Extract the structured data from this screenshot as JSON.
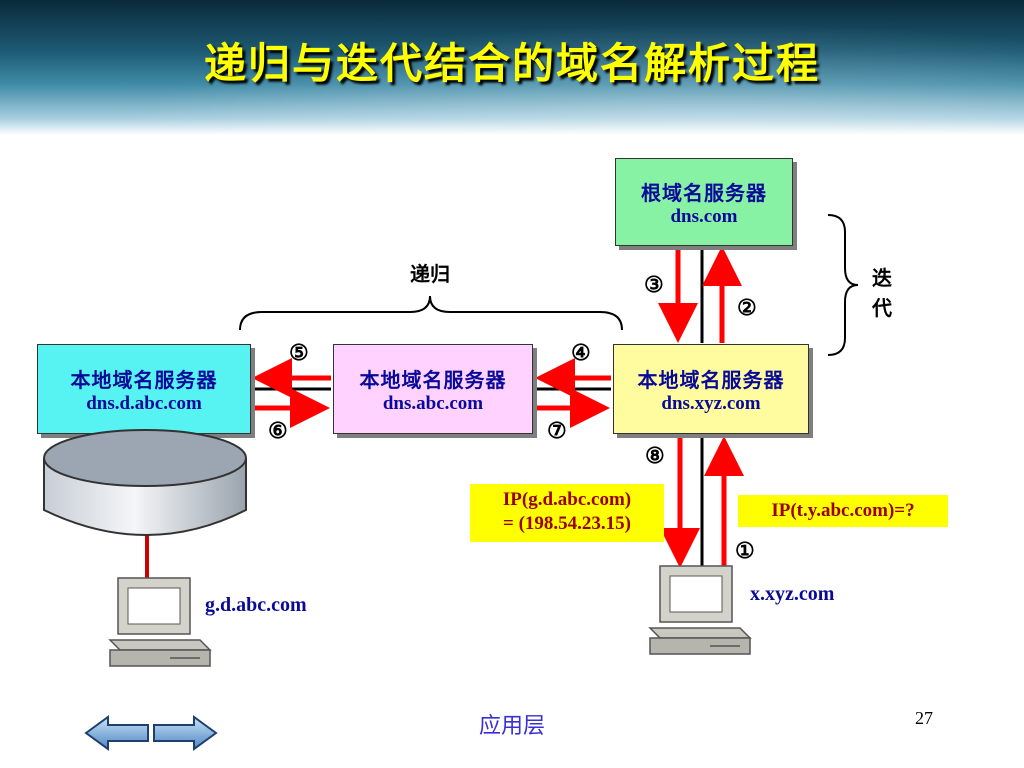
{
  "slide": {
    "title": "递归与迭代结合的域名解析过程",
    "footer": "应用层",
    "page_number": "27"
  },
  "servers": {
    "root": {
      "name": "根域名服务器",
      "domain": "dns.com"
    },
    "local_d": {
      "name": "本地域名服务器",
      "domain": "dns.d.abc.com"
    },
    "local_abc": {
      "name": "本地域名服务器",
      "domain": "dns.abc.com"
    },
    "local_xyz": {
      "name": "本地域名服务器",
      "domain": "dns.xyz.com"
    }
  },
  "labels": {
    "recursion": "递归",
    "iteration_1": "迭",
    "iteration_2": "代"
  },
  "steps": [
    "①",
    "②",
    "③",
    "④",
    "⑤",
    "⑥",
    "⑦",
    "⑧"
  ],
  "hosts": {
    "left": "g.d.abc.com",
    "right": "x.xyz.com"
  },
  "queries": {
    "answer_line1": "IP(g.d.abc.com)",
    "answer_line2": "= (198.54.23.15)",
    "question": "IP(t.y.abc.com)=?"
  },
  "colors": {
    "title": "#ffff00",
    "arrow": "#ff0000",
    "server_text": "#0a0a99",
    "root_box": "#88f2a4",
    "local_d_box": "#57f2f2",
    "local_abc_box": "#ffd2ff",
    "local_xyz_box": "#fffca0"
  },
  "icons": [
    "database-icon",
    "computer-icon",
    "computer-icon",
    "left-arrow-nav-icon",
    "right-arrow-nav-icon"
  ]
}
